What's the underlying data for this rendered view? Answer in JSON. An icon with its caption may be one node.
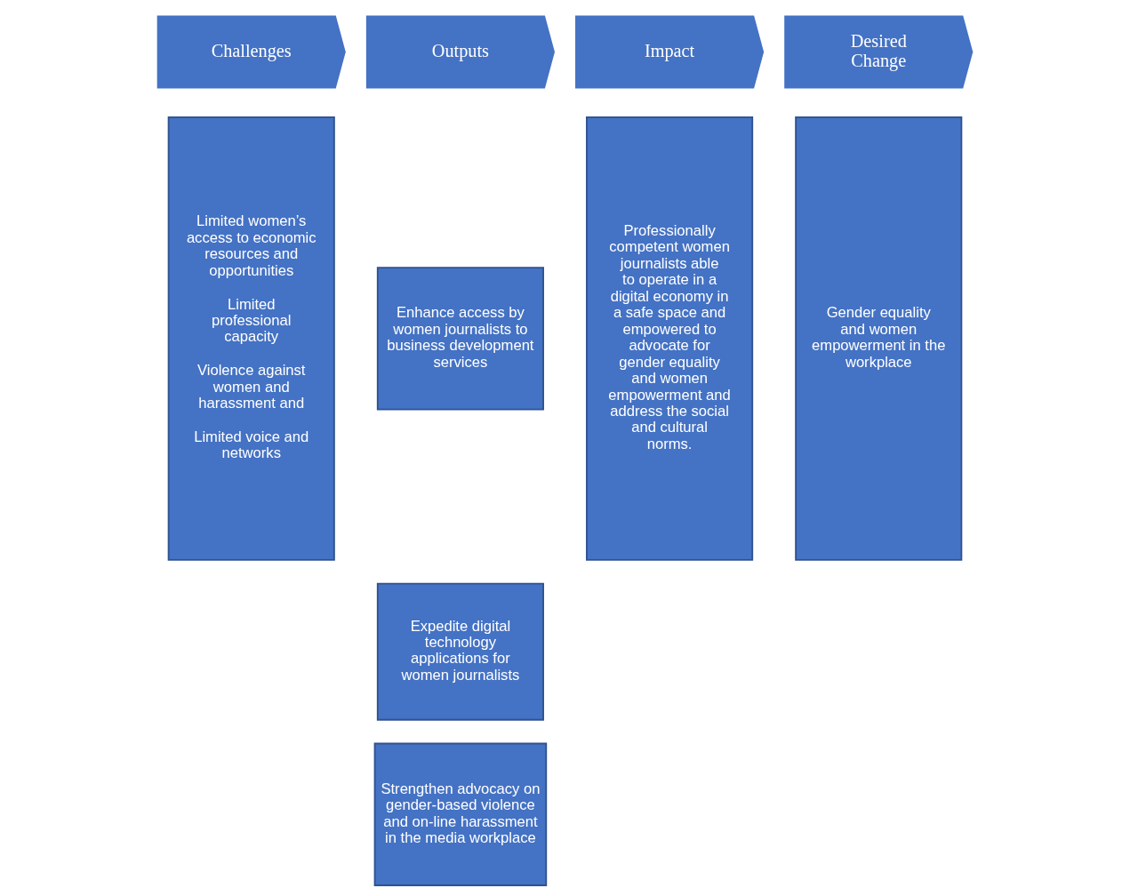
{
  "diagram": {
    "nodes": [
      {
        "text": [
          "Challenges"
        ]
      },
      {
        "text": [
          "Outputs"
        ]
      },
      {
        "text": [
          "Impact"
        ]
      },
      {
        "text": [
          "Desired Change"
        ]
      },
      {
        "text": [
          "Limited women’s access to economic resources and opportunities",
          "Limited professional capacity",
          "Violence against women and harassment and",
          "Limited voice and networks"
        ]
      },
      {
        "text": [
          "Enhance access by women journalists to business development services"
        ]
      },
      {
        "text": [
          "Expedite digital technology applications for women journalists"
        ]
      },
      {
        "text": [
          "Strengthen advocacy on gender-based violence and on-line harassment in the media workplace"
        ]
      },
      {
        "text": [
          "Professionally competent women journalists able to operate in a digital economy in a safe space and empowered to advocate for gender equality and women empowerment and address the social and cultural norms."
        ]
      },
      {
        "text": [
          "Gender equality and women empowerment in the workplace"
        ]
      }
    ],
    "edges": []
  }
}
